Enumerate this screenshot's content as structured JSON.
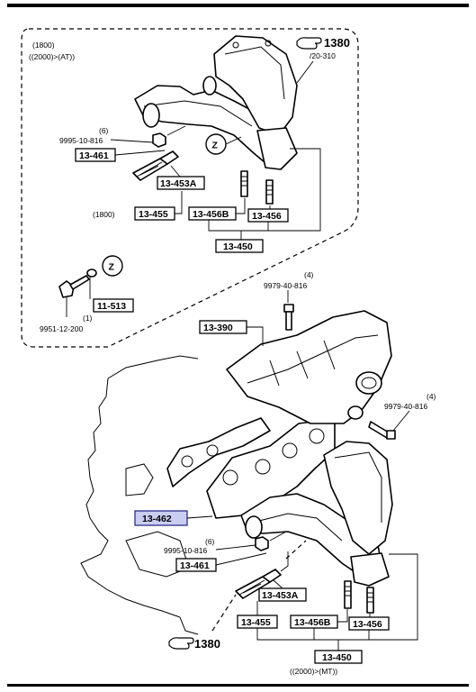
{
  "top_group": {
    "note_line1": "(1800)",
    "note_line2": "((2000)>(AT))",
    "ref_main": "1380",
    "ref_sub": "/20-310",
    "bolt1_qty": "(6)",
    "bolt1_no": "9995-10-816",
    "label_13461": "13-461",
    "label_13453A": "13-453A",
    "label_13455_prefix": "(1800)",
    "label_13455": "13-455",
    "label_13456B": "13-456B",
    "label_13456": "13-456",
    "label_13450": "13-450",
    "mark_z": "Z"
  },
  "small_group": {
    "mark_z": "Z",
    "label_11513": "11-513",
    "bolt_qty": "(1)",
    "bolt_no": "9951-12-200"
  },
  "bottom_group": {
    "bolt_top_qty": "(4)",
    "bolt_top_no": "9979-40-816",
    "label_13390": "13-390",
    "bolt_right_qty": "(4)",
    "bolt_right_no": "9979-40-816",
    "label_13462": "13-462",
    "bolt2_qty": "(6)",
    "bolt2_no": "9995-10-816",
    "label_13461": "13-461",
    "label_13453A": "13-453A",
    "label_13455": "13-455",
    "label_13456B": "13-456B",
    "label_13456": "13-456",
    "ref_main": "1380",
    "label_13450": "13-450",
    "note_bottom": "((2000)>(MT))"
  },
  "colors": {
    "highlight_fill": "#c9cdf2",
    "highlight_stroke": "#2a2f8a",
    "line": "#000000"
  },
  "icons": [
    "hand-pointer-icon",
    "z-mark-icon"
  ]
}
